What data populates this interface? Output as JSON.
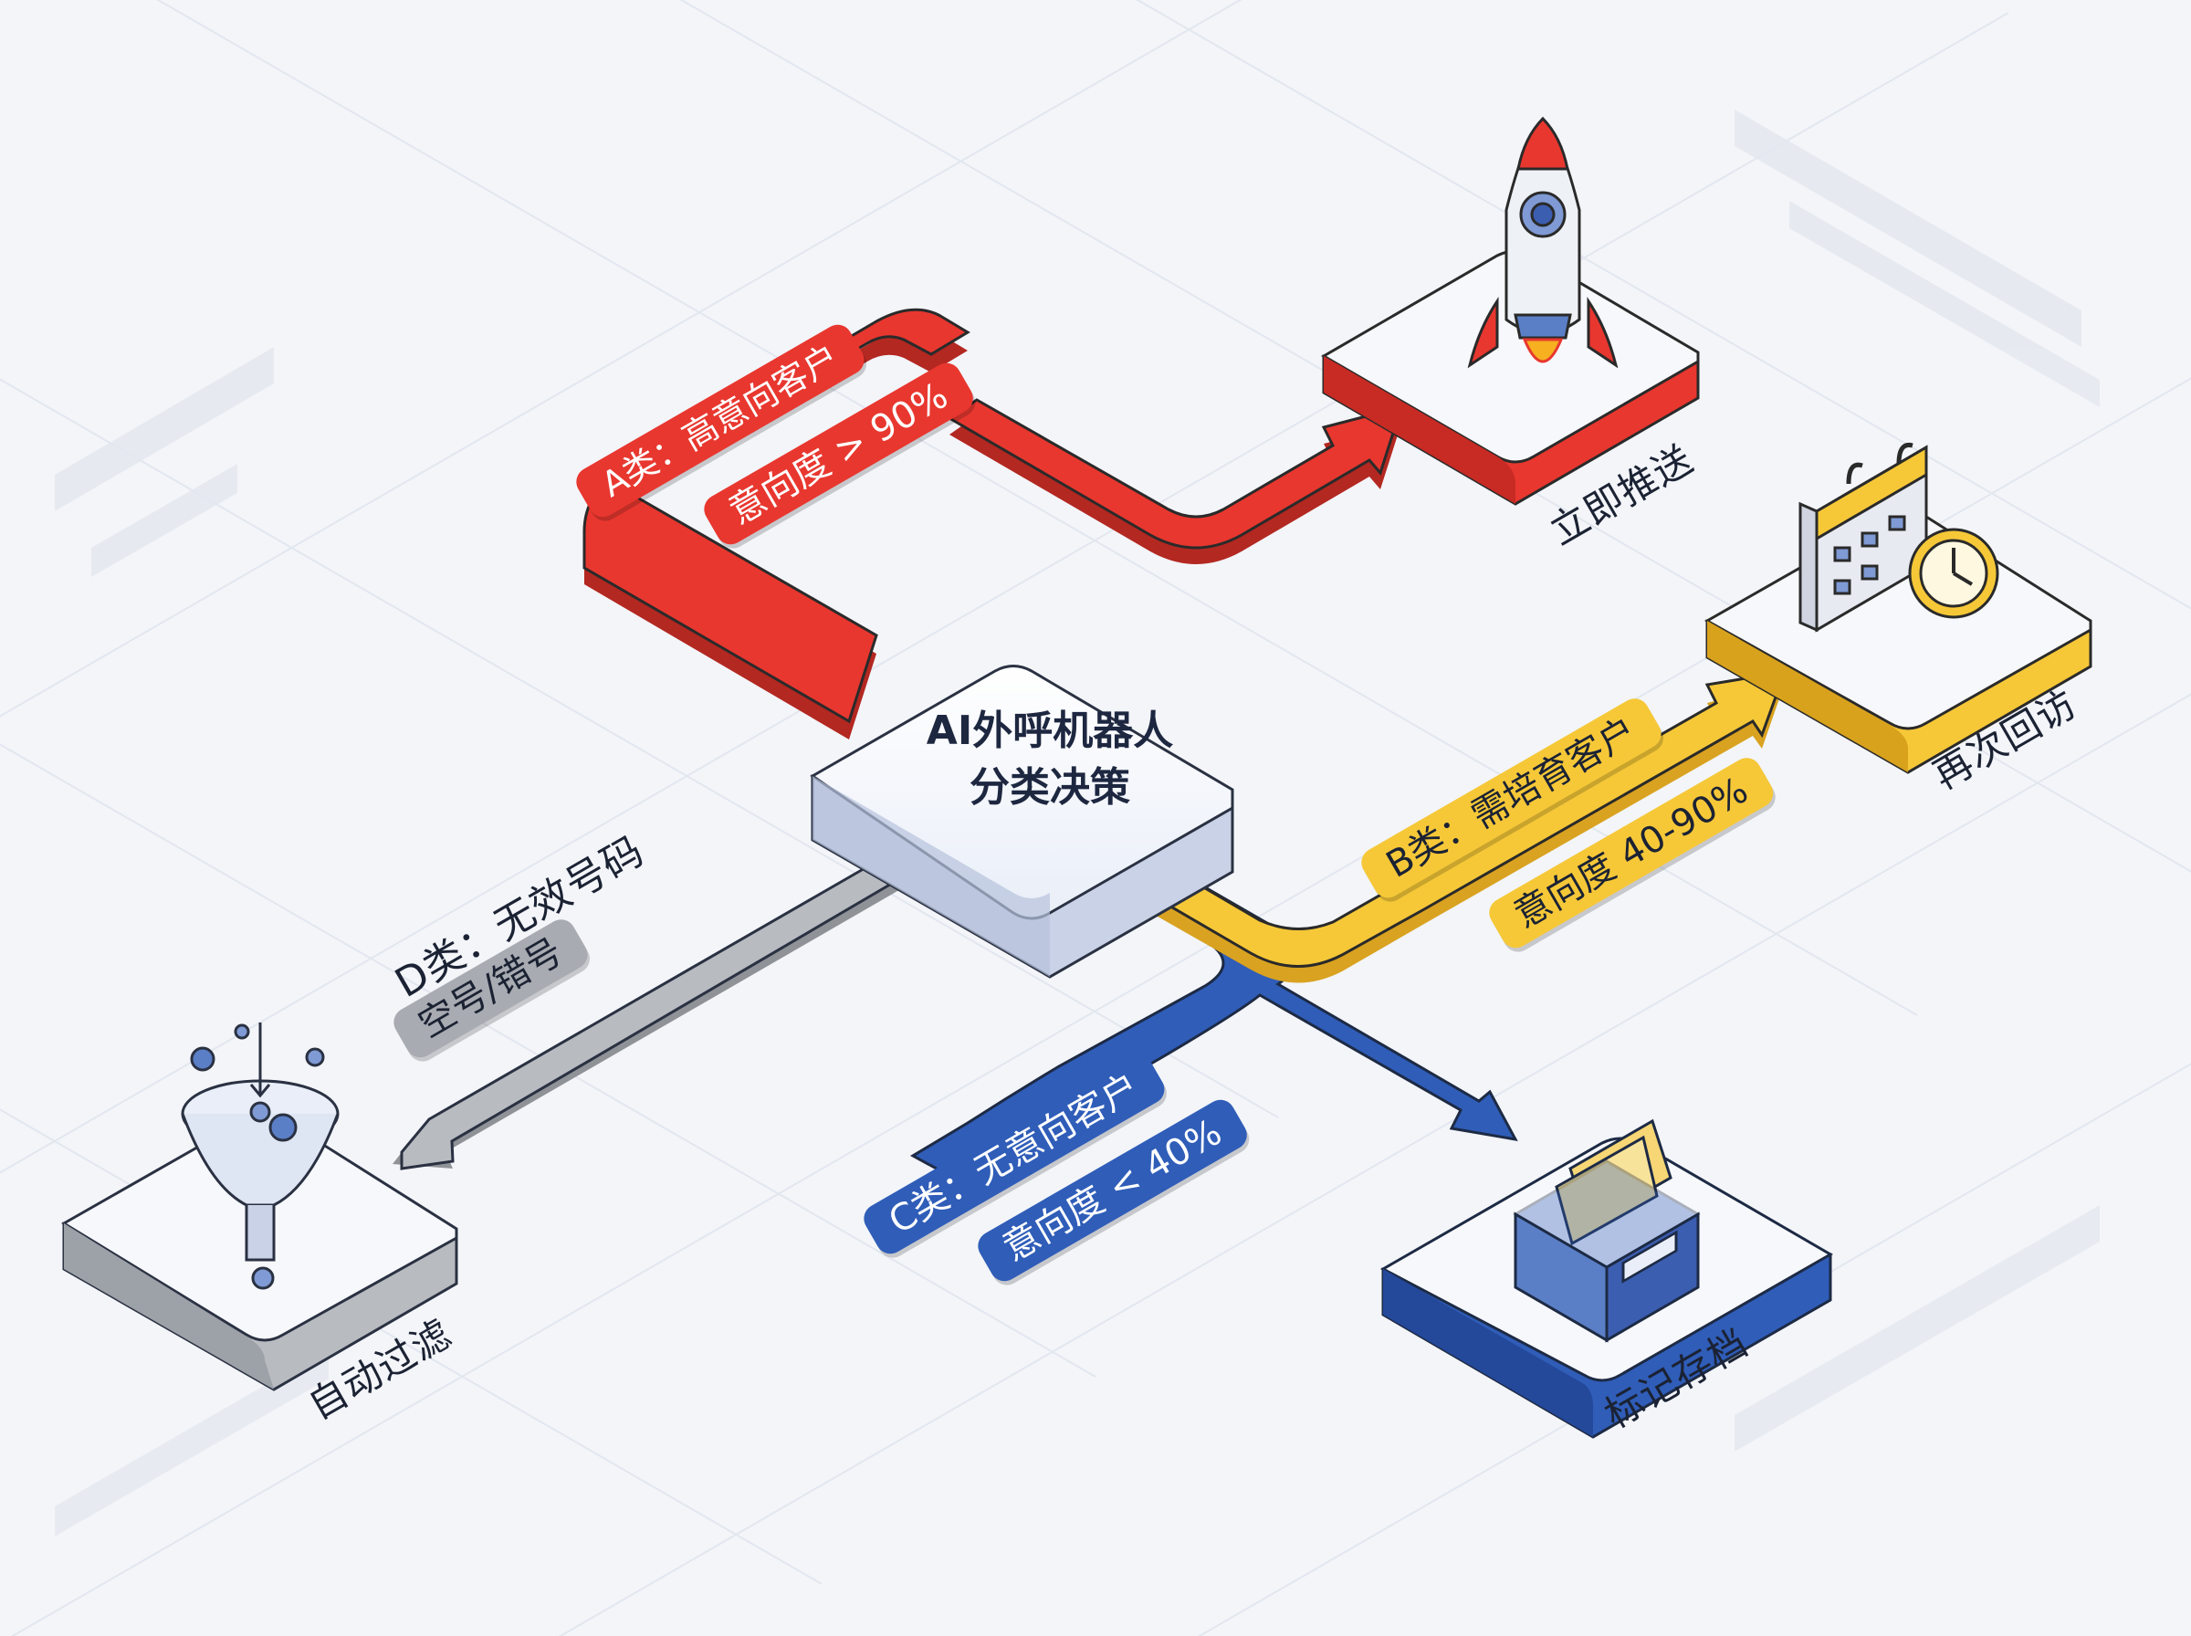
{
  "center": {
    "line1": "AI外呼机器人",
    "line2": "分类决策"
  },
  "branches": {
    "a": {
      "title": "A类：高意向客户",
      "detail": "意向度 > 90%",
      "action": "立即推送",
      "color": "#e8372f",
      "icon": "rocket-icon"
    },
    "b": {
      "title": "B类：需培育客户",
      "detail": "意向度 40-90%",
      "action": "再次回访",
      "color": "#f4c230",
      "icon": "calendar-clock-icon"
    },
    "c": {
      "title": "C类：无意向客户",
      "detail": "意向度 < 40%",
      "action": "标记存档",
      "color": "#2f5db8",
      "icon": "archive-box-icon"
    },
    "d": {
      "title": "D类：无效号码",
      "detail": "空号/错号",
      "action": "自动过滤",
      "color": "#9b9ea4",
      "icon": "funnel-icon"
    }
  }
}
